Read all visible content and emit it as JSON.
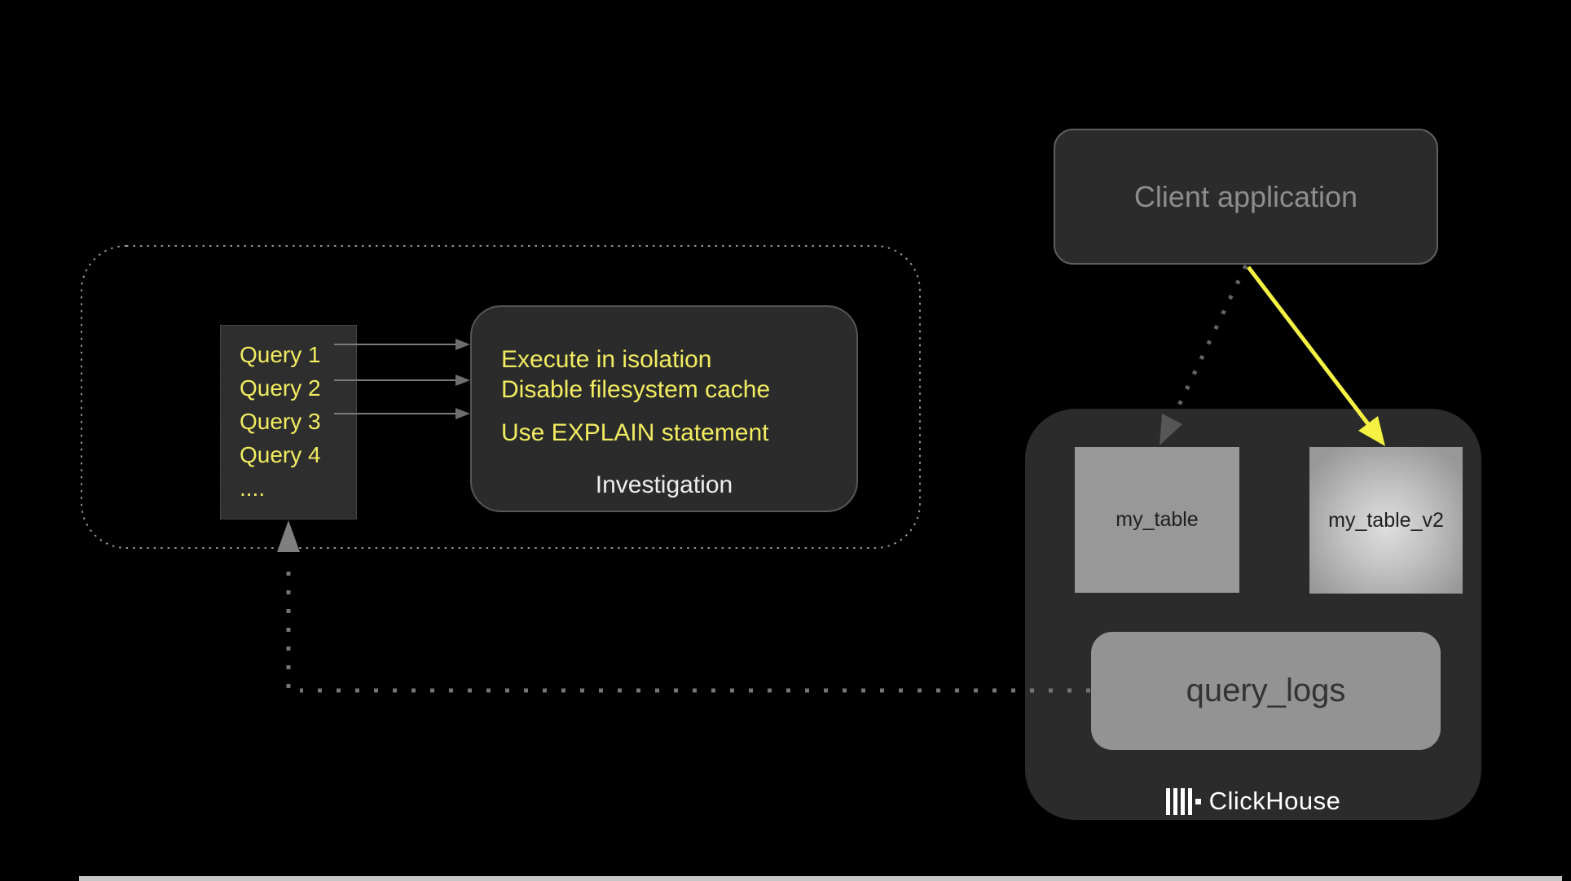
{
  "colors": {
    "canvas-bg": "#000000",
    "panel-dark": "#2b2b2b",
    "query-panel": "#2e2e2e",
    "yellow-text": "#f1ec60",
    "yellow-arrow": "#f6f243",
    "table-gray": "#989898",
    "logs-gray": "#939393",
    "line-gray": "#7c7c7c",
    "dot-gray": "#757575",
    "muted-text": "#8d8d8d",
    "white-text": "#ededed",
    "dark-text": "#1f1f1f",
    "strip-gray": "#c6c6c6"
  },
  "client": {
    "label": "Client application"
  },
  "investigation": {
    "queries": [
      "Query 1",
      "Query 2",
      "Query 3",
      "Query 4",
      "...."
    ],
    "steps": [
      "Execute in isolation",
      "Disable filesystem cache",
      "Use EXPLAIN statement"
    ],
    "label": "Investigation"
  },
  "clickhouse": {
    "table_left": "my_table",
    "table_right": "my_table_v2",
    "logs": "query_logs",
    "brand": "ClickHouse"
  }
}
